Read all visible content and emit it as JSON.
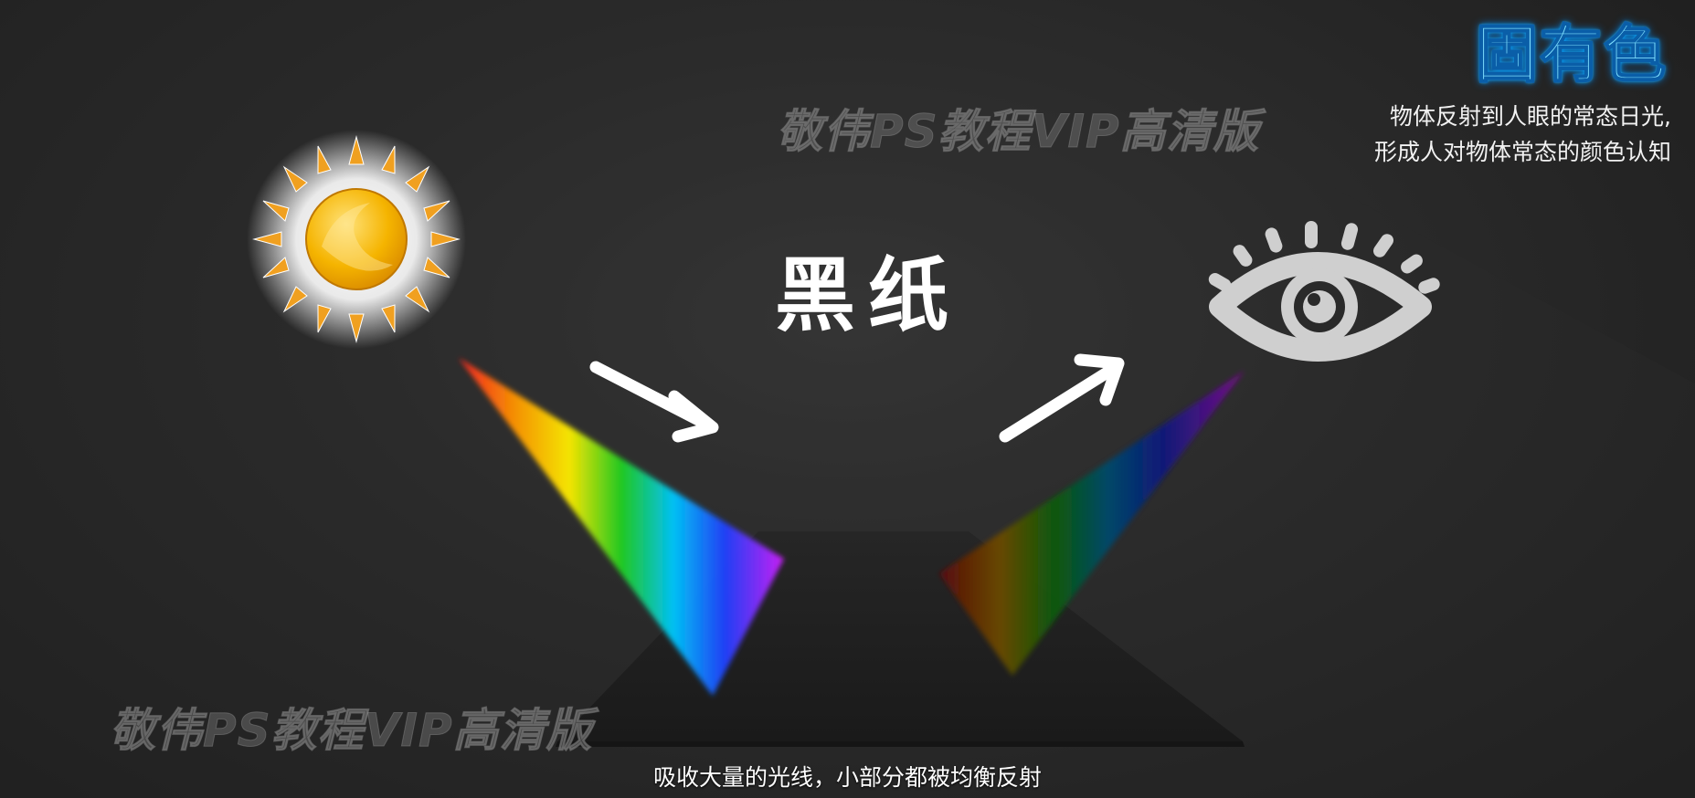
{
  "title": "固有色",
  "description": {
    "line1": "物体反射到人眼的常态日光,",
    "line2": "形成人对物体常态的颜色认知"
  },
  "object_label": "黑纸",
  "caption": "吸收大量的光线，小部分都被均衡反射",
  "watermark": "敬伟PS教程VIP高清版",
  "icons": [
    "sun-icon",
    "eye-icon",
    "arrow-down-right-icon",
    "arrow-up-right-icon"
  ],
  "colors": {
    "title_glow": "#00b4ff",
    "sun": "#f5b400",
    "eye": "#cfcfcf",
    "paper": "#1f1f1f"
  }
}
